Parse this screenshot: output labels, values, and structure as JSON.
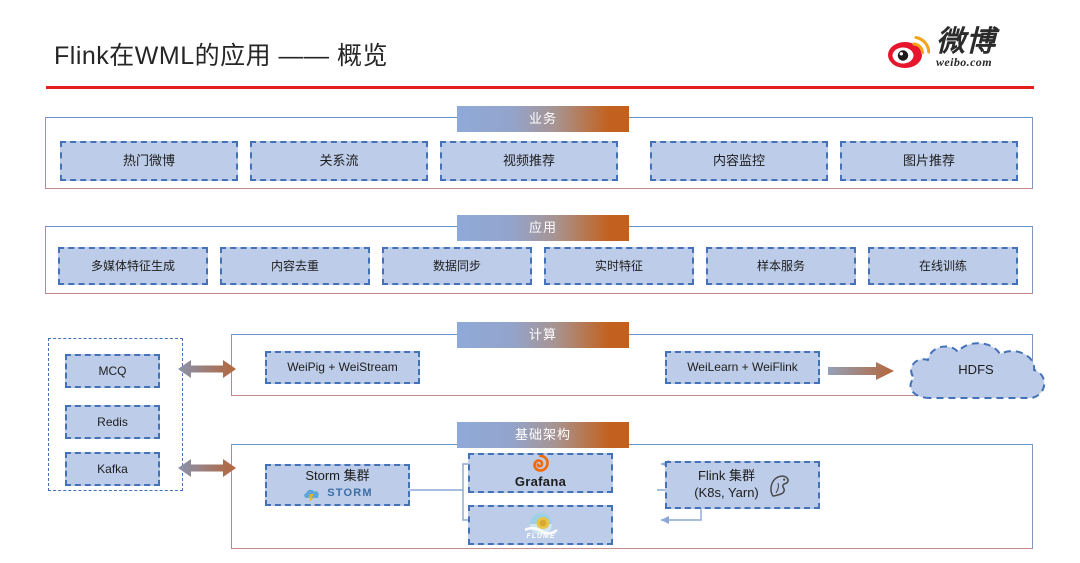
{
  "slide": {
    "title": "Flink在WML的应用 —— 概览",
    "accent_rule_color": "#e2211c"
  },
  "logo": {
    "name": "weibo-logo",
    "cn_text": "微博",
    "en_text": "weibo.com",
    "mark_color": "#e6162d"
  },
  "palette": {
    "chip_gradient_start": "#8faad8",
    "chip_gradient_end": "#c2611f",
    "node_fill": "#bdcce8",
    "node_border": "#4472b8",
    "band_border_top": "#6f92c6",
    "band_border_bottom": "#c28b8b",
    "arrow_start": "#8893ae",
    "arrow_end": "#b4663a"
  },
  "bands": [
    {
      "id": "business",
      "chip_label": "业务",
      "items": [
        {
          "label": "热门微博"
        },
        {
          "label": "关系流"
        },
        {
          "label": "视频推荐"
        },
        {
          "label": "内容监控"
        },
        {
          "label": "图片推荐"
        }
      ]
    },
    {
      "id": "application",
      "chip_label": "应用",
      "items": [
        {
          "label": "多媒体特征生成"
        },
        {
          "label": "内容去重"
        },
        {
          "label": "数据同步"
        },
        {
          "label": "实时特征"
        },
        {
          "label": "样本服务"
        },
        {
          "label": "在线训练"
        }
      ]
    },
    {
      "id": "compute",
      "chip_label": "计算",
      "items": [
        {
          "label": "WeiPig + WeiStream"
        },
        {
          "label": "WeiLearn + WeiFlink"
        }
      ]
    },
    {
      "id": "infrastructure",
      "chip_label": "基础架构",
      "items": [
        {
          "label": "Storm 集群",
          "logo_word": "STORM",
          "icon": "storm-icon"
        },
        {
          "label": "Grafana",
          "icon": "grafana-icon"
        },
        {
          "label": "",
          "logo_word": "FLUME",
          "icon": "flume-icon"
        },
        {
          "label_line1": "Flink 集群",
          "label_line2": "(K8s, Yarn)",
          "icon": "flink-squirrel-icon"
        }
      ]
    }
  ],
  "storage_group": {
    "name": "storage-group",
    "items": [
      {
        "label": "MCQ"
      },
      {
        "label": "Redis"
      },
      {
        "label": "Kafka"
      }
    ]
  },
  "storage_sink": {
    "label": "HDFS"
  }
}
